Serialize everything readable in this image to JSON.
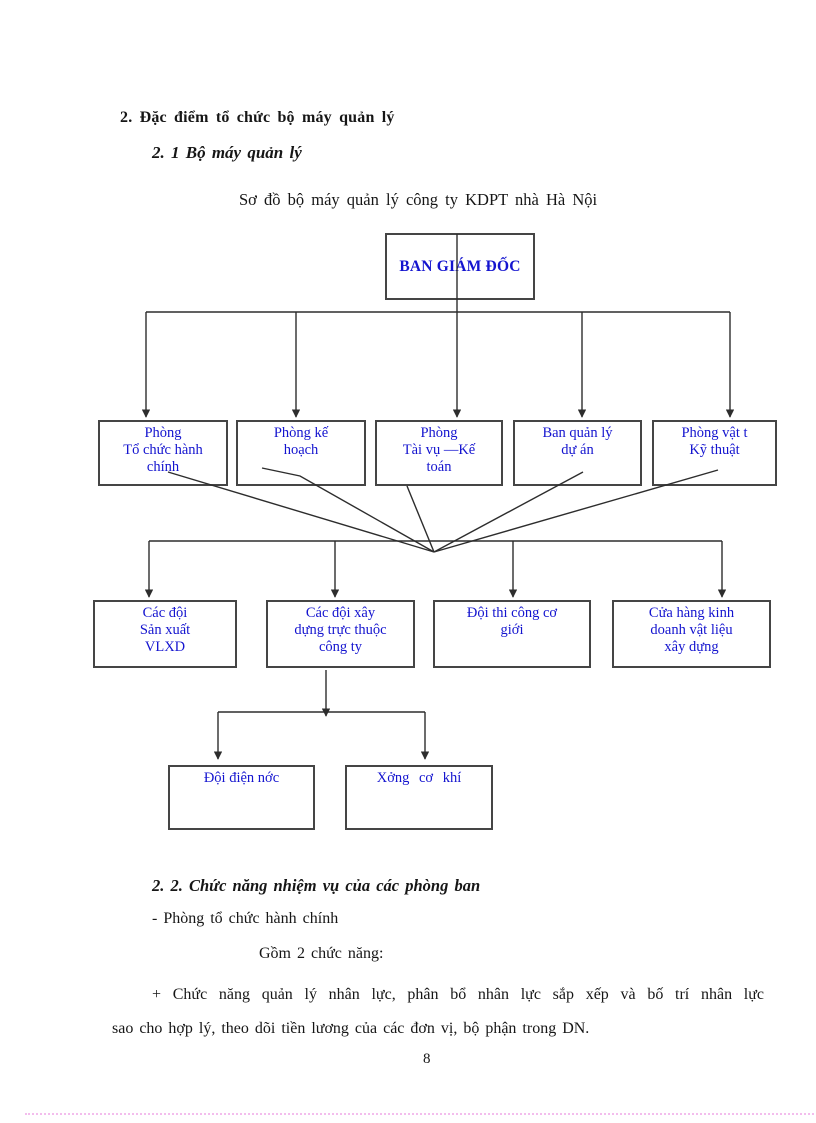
{
  "page": {
    "heading1": "2. Đặc điểm tổ chức bộ máy quản lý",
    "heading2": "2. 1 Bộ máy quản lý",
    "caption": "Sơ đồ bộ máy quản lý công ty KDPT nhà Hà Nội",
    "page_number": "8"
  },
  "diagram": {
    "root": {
      "label": "BAN GIÁM ĐỐC"
    },
    "row2": [
      {
        "label": "Phòng\nTổ chức hành\nchính"
      },
      {
        "label": "Phòng kế\nhoạch"
      },
      {
        "label": "Phòng\nTài vụ —Kế\ntoán"
      },
      {
        "label": "Ban quản lý\ndự án"
      },
      {
        "label": "Phòng vật t\nKỹ thuật"
      }
    ],
    "row3": [
      {
        "label": "Các đội\nSản xuất\nVLXD"
      },
      {
        "label": "Các đội xây\ndựng trực thuộc\ncông ty"
      },
      {
        "label": "Đội thi công cơ\ngiới"
      },
      {
        "label": "Cửa hàng kinh\ndoanh vật liệu\nxây dựng"
      }
    ],
    "row4": [
      {
        "label": "Đội điện nớc"
      },
      {
        "label": "Xởng cơ khí"
      }
    ]
  },
  "section2": {
    "heading": "2. 2. Chức năng nhiệm vụ của các phòng ban",
    "line1": "- Phòng tổ chức hành chính",
    "line2": "Gồm 2 chức năng:",
    "paragraph_line1": "+ Chức năng quản lý nhân lực, phân bổ nhân lực sắp xếp và bố trí nhân lực",
    "paragraph_line2": "sao cho hợp lý, theo dõi tiền lương của các đơn vị, bộ phận trong DN."
  },
  "colors": {
    "box_text_blue": "#1414cf",
    "line_color": "#2d2d2d",
    "border_color": "#454545",
    "footer_dots_pink": "#f3bded"
  }
}
